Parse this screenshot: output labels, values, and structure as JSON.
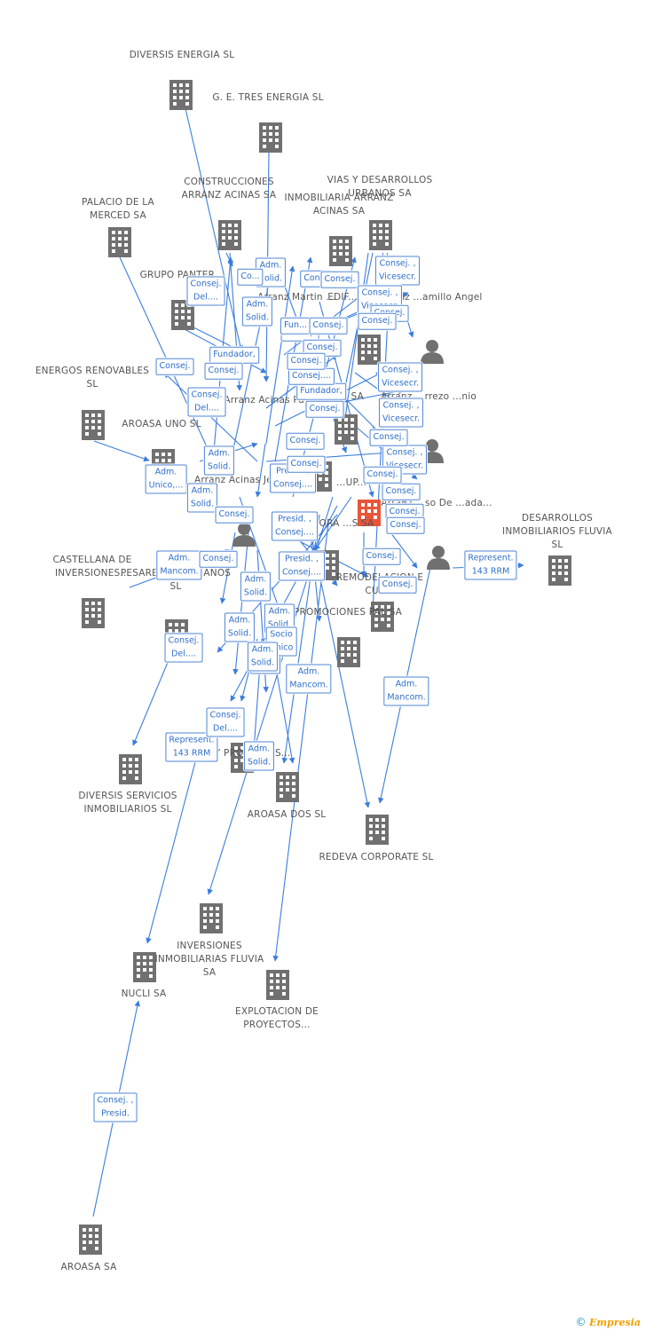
{
  "nodes": [
    {
      "id": "diversis-energia",
      "label": "DIVERSIS ENERGIA SL",
      "kind": "company"
    },
    {
      "id": "g-e-tres",
      "label": "G. E. TRES ENERGIA SL",
      "kind": "company"
    },
    {
      "id": "construcciones-arranz",
      "label": "CONSTRUCCIONES ARRANZ ACINAS SA",
      "kind": "company"
    },
    {
      "id": "inmobiliaria-arranz",
      "label": "INMOBILIARIA ARRANZ ACINAS SA",
      "kind": "company"
    },
    {
      "id": "vias-desarrollos",
      "label": "VIAS Y DESARROLLOS URBANOS SA",
      "kind": "company"
    },
    {
      "id": "palacio-merced",
      "label": "PALACIO DE LA MERCED SA",
      "kind": "company"
    },
    {
      "id": "grupo-panter",
      "label": "GRUPO PANTER...",
      "kind": "company"
    },
    {
      "id": "energos",
      "label": "ENERGOS RENOVABLES SL",
      "kind": "company"
    },
    {
      "id": "aroasa-uno",
      "label": "AROASA UNO SL",
      "kind": "company"
    },
    {
      "id": "castellana",
      "label": "CASTELLANA DE INVERSIONES...",
      "kind": "company"
    },
    {
      "id": "pesares",
      "label": "PESARES SEGOVIANOS SL",
      "kind": "company"
    },
    {
      "id": "desarrollos-fluvia",
      "label": "DESARROLLOS INMOBILIARIOS FLUVIA SL",
      "kind": "company"
    },
    {
      "id": "remodelacion",
      "label": "REMODELACION E CUA...",
      "kind": "company"
    },
    {
      "id": "promociones-pal",
      "label": "PROMOCIONES PAL SA",
      "kind": "company"
    },
    {
      "id": "diversis-servicios",
      "label": "DIVERSIS SERVICIOS INMOBILIARIOS SL",
      "kind": "company"
    },
    {
      "id": "iat-proyectos",
      "label": "IAT... Y PROYECTOS...",
      "kind": "company"
    },
    {
      "id": "aroasa-dos",
      "label": "AROASA DOS SL",
      "kind": "company"
    },
    {
      "id": "redeva",
      "label": "REDEVA CORPORATE SL",
      "kind": "company"
    },
    {
      "id": "inversiones-fluvia",
      "label": "INVERSIONES INMOBILIARIAS FLUVIA SA",
      "kind": "company"
    },
    {
      "id": "nucli",
      "label": "NUCLI SA",
      "kind": "company"
    },
    {
      "id": "explotacion",
      "label": "EXPLOTACION DE PROYECTOS...",
      "kind": "company"
    },
    {
      "id": "aroasa",
      "label": "AROASA SA",
      "kind": "company"
    },
    {
      "id": "edif",
      "label": "EDIF...",
      "kind": "company"
    },
    {
      "id": "center-company",
      "label": "...OS SA",
      "kind": "company"
    },
    {
      "id": "tora",
      "label": "...TORA ...S SA",
      "kind": "company"
    },
    {
      "id": "focus",
      "label": "...UP...",
      "kind": "focus"
    },
    {
      "id": "small-company",
      "label": "",
      "kind": "company"
    },
    {
      "id": "arranz-martin",
      "label": "Arranz Martin ...",
      "kind": "none"
    },
    {
      "id": "arranz-camillo",
      "label": "Arranz ...amillo Angel",
      "kind": "person"
    },
    {
      "id": "arranz-acinas-pablo",
      "label": "Arranz Acinas Pabl...",
      "kind": "none"
    },
    {
      "id": "arranz-arrezo",
      "label": "Arranz ...rrezo ...nio",
      "kind": "person"
    },
    {
      "id": "arranz-acinas-jesus",
      "label": "Arranz Acinas Jesus",
      "kind": "person"
    },
    {
      "id": "arranz-peso",
      "label": "Arranz ...so De ...ada...",
      "kind": "person"
    },
    {
      "id": "person-right",
      "label": "",
      "kind": "person"
    }
  ],
  "edge_labels": [
    "Consej. Del....",
    "Adm. Solid.",
    "Co...",
    "Adm. Solid.",
    "Con...",
    "Consej.",
    "Consej. , Vicesecr.",
    "Consej. , Vicesecr.",
    "Consej.",
    "Consej.",
    "Fundador,",
    "Consej.",
    "Consej. Del....",
    "Consej.",
    "Consej.",
    "Fun...",
    "Consej.",
    "Consej.",
    "Fundador,",
    "Consej....",
    "Consej. , Vicesecr.",
    "Consej.",
    "Consej. , Vicesecr.",
    "Consej.",
    "Adm. Solid.",
    "Adm. Unico,...",
    "Adm. Solid.",
    "Consej.",
    "Consej. , Vicesecr.",
    "Consej.",
    "Presid. , Consej....",
    "Presid. , Consej....",
    "Consej.",
    "Consej.",
    "Adm. Mancom.",
    "Consej.",
    "Presid. , Consej....",
    "Consej.",
    "Adm. Solid.",
    "Adm. Solid.",
    "Adm. Solid.",
    "Adm. Solid.",
    "Socio Único",
    "Adm. Solid.",
    "Consej. Del....",
    "Adm. Mancom.",
    "Represent. 143 RRM",
    "Adm. Mancom.",
    "Consej. Del....",
    "Represent. 143 RRM",
    "Adm. Solid.",
    "Consej. , Presid.",
    "Consej.",
    "Consej.",
    "Consej.",
    "Consej.",
    "Consej."
  ],
  "colors": {
    "edge": "#3b7ddd",
    "label_border": "#4f86d6",
    "label_text": "#2f6fc9",
    "node_icon": "#707070",
    "focus_icon": "#e8553a"
  },
  "footer": {
    "copyright": "©",
    "brand": "Empresia"
  }
}
